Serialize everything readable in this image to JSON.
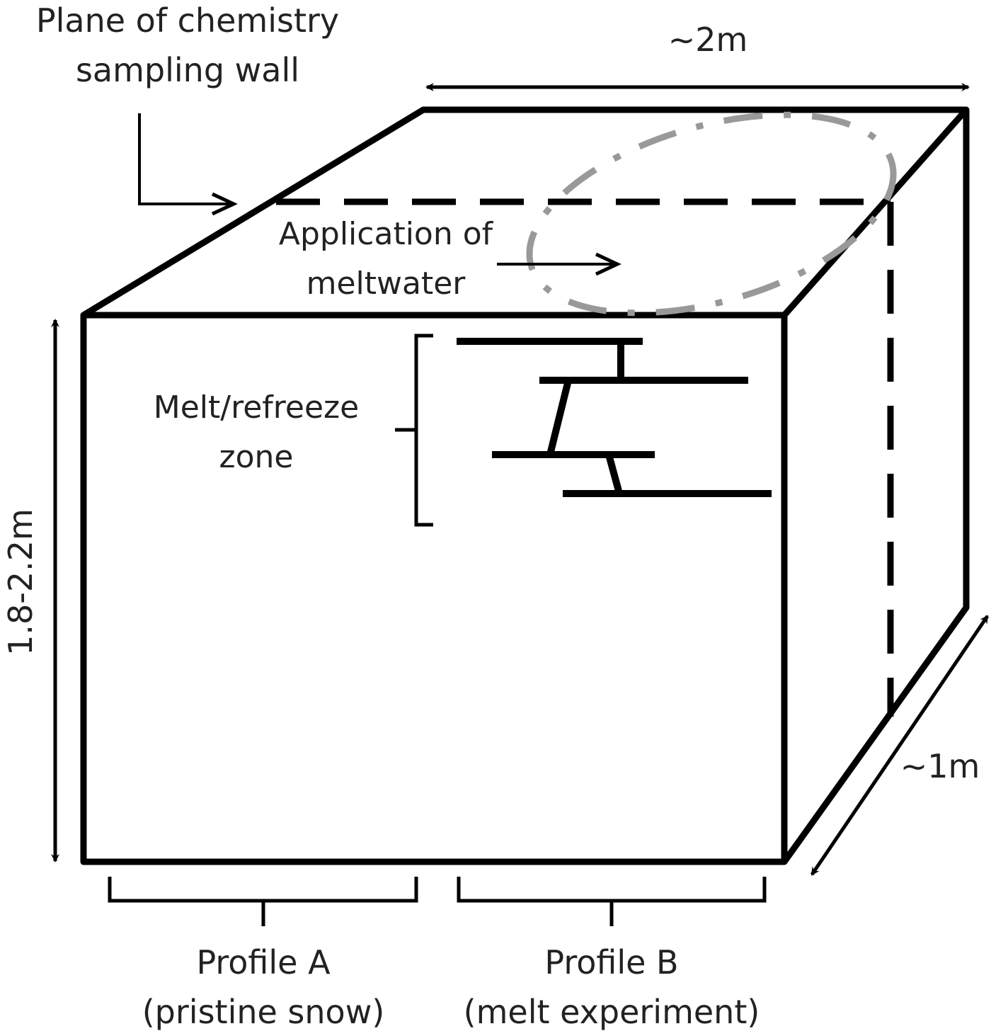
{
  "labels": {
    "plane_line1": "Plane of chemistry",
    "plane_line2": "sampling wall",
    "width": "~2m",
    "height": "1.8-2.2m",
    "depth": "~1m",
    "application_line1": "Application of",
    "application_line2": "meltwater",
    "melt_line1": "Melt/refreeze",
    "melt_line2": "zone",
    "profile_a_line1": "Profile A",
    "profile_a_line2": "(pristine snow)",
    "profile_b_line1": "Profile B",
    "profile_b_line2": "(melt experiment)"
  },
  "colors": {
    "stroke": "#000000",
    "meltwater_region": "#999999",
    "text": "#222222"
  }
}
